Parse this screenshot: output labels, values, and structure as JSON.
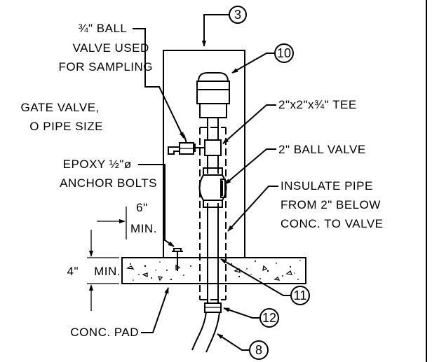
{
  "callouts": {
    "c3": "3",
    "c10": "10",
    "c11": "11",
    "c12": "12",
    "c8": "8"
  },
  "labels": {
    "ball_valve_sampling": [
      "¾\" BALL",
      "VALVE USED",
      "FOR SAMPLING"
    ],
    "gate_valve": [
      "GATE VALVE,",
      "O PIPE SIZE"
    ],
    "epoxy_bolts": [
      "EPOXY ½\"ø",
      "ANCHOR BOLTS"
    ],
    "dim_6in": [
      "6\"",
      "MIN."
    ],
    "dim_4in": "4\"",
    "dim_4in_min": "MIN.",
    "conc_pad": "CONC. PAD",
    "tee": "2\"x2\"x¾\" TEE",
    "ball_valve_2in": "2\" BALL VALVE",
    "insulate": [
      "INSULATE PIPE",
      "FROM 2\" BELOW",
      "CONC. TO VALVE"
    ]
  }
}
